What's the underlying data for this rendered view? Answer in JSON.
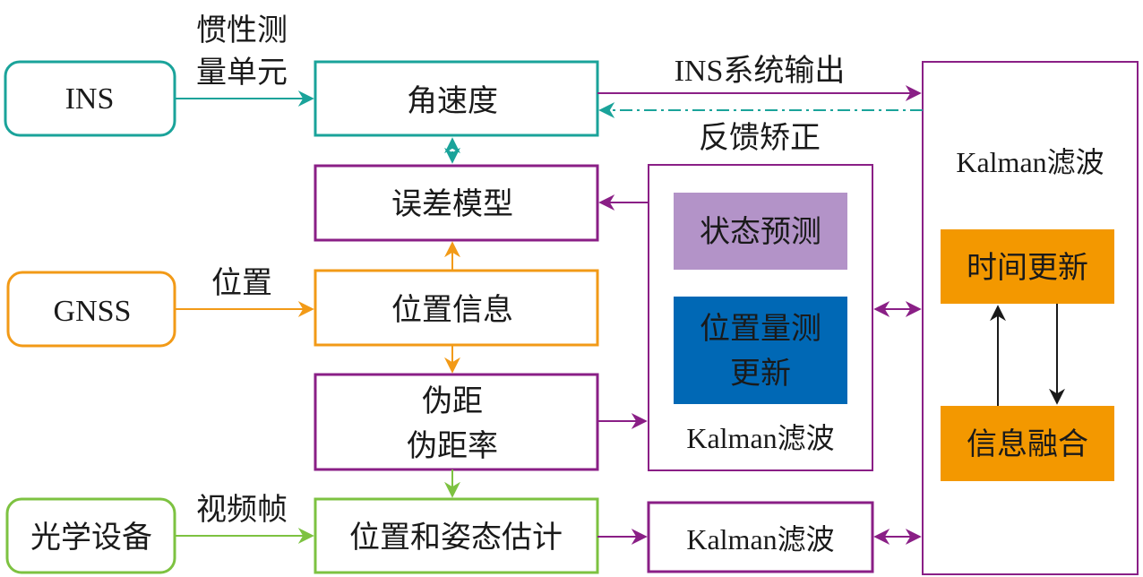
{
  "colors": {
    "teal": "#1aa39a",
    "purple": "#8a1f86",
    "orange": "#f29a17",
    "green": "#7dc241",
    "lavender": "#b393c8",
    "blue": "#0068b5",
    "fill_orange": "#f39800",
    "black": "#1a1a1a"
  },
  "nodes": {
    "ins": "INS",
    "gnss": "GNSS",
    "optical": "光学设备",
    "angular_velocity": "角速度",
    "error_model": "误差模型",
    "position_info": "位置信息",
    "pseudorange_1": "伪距",
    "pseudorange_2": "伪距率",
    "pose_estimation": "位置和姿态估计",
    "kalman_mid": "Kalman滤波",
    "kalman_bottom": "Kalman滤波",
    "kalman_right": "Kalman滤波",
    "state_prediction": "状态预测",
    "position_update_1": "位置量测",
    "position_update_2": "更新",
    "time_update": "时间更新",
    "info_fusion": "信息融合"
  },
  "edge_labels": {
    "imu_1": "惯性测",
    "imu_2": "量单元",
    "position": "位置",
    "video_frame": "视频帧",
    "ins_output": "INS系统输出",
    "feedback": "反馈矫正"
  }
}
